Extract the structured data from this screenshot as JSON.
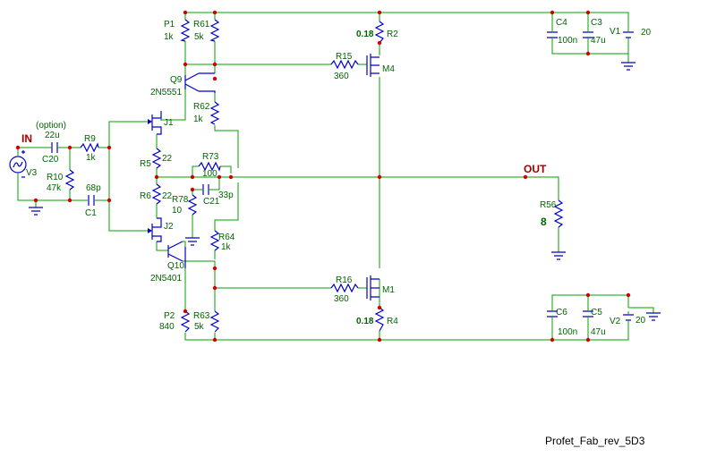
{
  "labels": {
    "in": "IN",
    "out": "OUT",
    "option": "(option)",
    "footer": "Profet_Fab_rev_5D3"
  },
  "components": {
    "P1": {
      "ref": "P1",
      "value": "1k"
    },
    "R61": {
      "ref": "R61",
      "value": "5k"
    },
    "Q9": {
      "ref": "Q9",
      "value": "2N5551"
    },
    "R62": {
      "ref": "R62",
      "value": "1k"
    },
    "J1": {
      "ref": "J1"
    },
    "R5": {
      "ref": "R5",
      "value": "22"
    },
    "R6": {
      "ref": "R6",
      "value": "22"
    },
    "J2": {
      "ref": "J2"
    },
    "Q10": {
      "ref": "Q10",
      "value": "2N5401"
    },
    "R64": {
      "ref": "R64",
      "value": "1k"
    },
    "P2": {
      "ref": "P2",
      "value": "840"
    },
    "R63": {
      "ref": "R63",
      "value": "5k"
    },
    "R73": {
      "ref": "R73",
      "value": "100"
    },
    "R78": {
      "ref": "R78",
      "value": "10"
    },
    "C21": {
      "ref": "C21",
      "value": "33p"
    },
    "C20": {
      "ref": "C20",
      "value": "22u"
    },
    "R9": {
      "ref": "R9",
      "value": "1k"
    },
    "R10": {
      "ref": "R10",
      "value": "47k"
    },
    "C1": {
      "ref": "C1",
      "value": "68p"
    },
    "V3": {
      "ref": "V3"
    },
    "R15": {
      "ref": "R15",
      "value": "360"
    },
    "R16": {
      "ref": "R16",
      "value": "360"
    },
    "M4": {
      "ref": "M4"
    },
    "M1": {
      "ref": "M1"
    },
    "R2": {
      "ref": "R2",
      "value": "0.18"
    },
    "R4": {
      "ref": "R4",
      "value": "0.18"
    },
    "R56": {
      "ref": "R56",
      "value": "8"
    },
    "C4": {
      "ref": "C4",
      "value": "100n"
    },
    "C3": {
      "ref": "C3",
      "value": "47u"
    },
    "V1": {
      "ref": "V1",
      "value": "20"
    },
    "C6": {
      "ref": "C6",
      "value": "100n"
    },
    "C5": {
      "ref": "C5",
      "value": "47u"
    },
    "V2": {
      "ref": "V2",
      "value": "20"
    }
  },
  "colors": {
    "wire": "#00a000",
    "component": "#0000c8",
    "label": "#006400",
    "node": "#d00000",
    "io_label": "#a00000"
  }
}
